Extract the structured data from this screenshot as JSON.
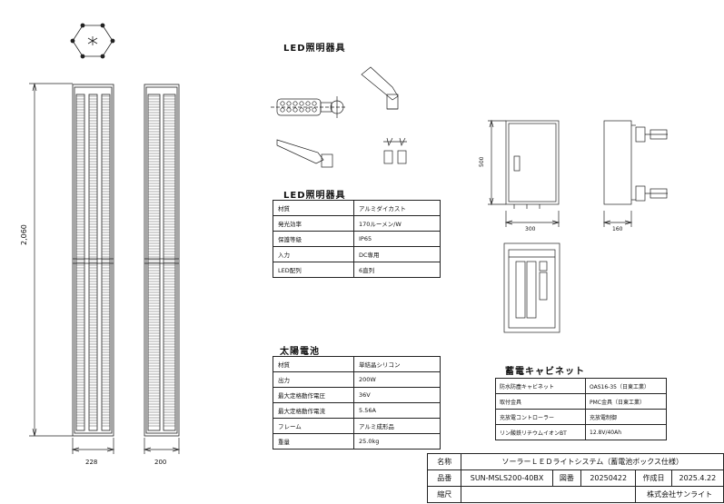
{
  "led_front_title": "LED照明器具",
  "led_table_title": "LED照明器具",
  "led_specs": [
    {
      "label": "材質",
      "value": "アルミダイカスト"
    },
    {
      "label": "発光効率",
      "value": "170ルーメン/W"
    },
    {
      "label": "保護等級",
      "value": "IP65"
    },
    {
      "label": "入力",
      "value": "DC専用"
    },
    {
      "label": "LED配列",
      "value": "6直列"
    }
  ],
  "solar_title": "太陽電池",
  "solar_specs": [
    {
      "label": "材質",
      "value": "単結晶シリコン"
    },
    {
      "label": "出力",
      "value": "200W"
    },
    {
      "label": "最大定格動作電圧",
      "value": "36V"
    },
    {
      "label": "最大定格動作電流",
      "value": "5.56A"
    },
    {
      "label": "フレーム",
      "value": "アルミ成形品"
    },
    {
      "label": "重量",
      "value": "25.0kg"
    }
  ],
  "cabinet_title": "蓄電キャビネット",
  "cabinet_specs": [
    {
      "label": "防水防塵キャビネット",
      "value": "OAS16-35（日東工業）"
    },
    {
      "label": "取付金具",
      "value": "PMC金具（日東工業）"
    },
    {
      "label": "充放電コントローラー",
      "value": "充放電制御"
    },
    {
      "label": "リン酸鉄リチウムイオンBT",
      "value": "12.8V/40Ah"
    }
  ],
  "dims": {
    "height": "2,060",
    "width_front": "228",
    "width_side": "200",
    "box_height": "500",
    "box_width": "300",
    "box_depth": "160"
  },
  "title_block": {
    "name_label": "名称",
    "name_value": "ソーラーＬＥＤライトシステム（蓄電池ボックス仕様）",
    "part_label": "品番",
    "part_value": "SUN-MSLS200-40BX",
    "drawing_label": "図番",
    "drawing_value": "20250422",
    "date_label": "作成日",
    "date_value": "2025.4.22",
    "scale_label": "縮尺",
    "company": "株式会社サンライト"
  }
}
